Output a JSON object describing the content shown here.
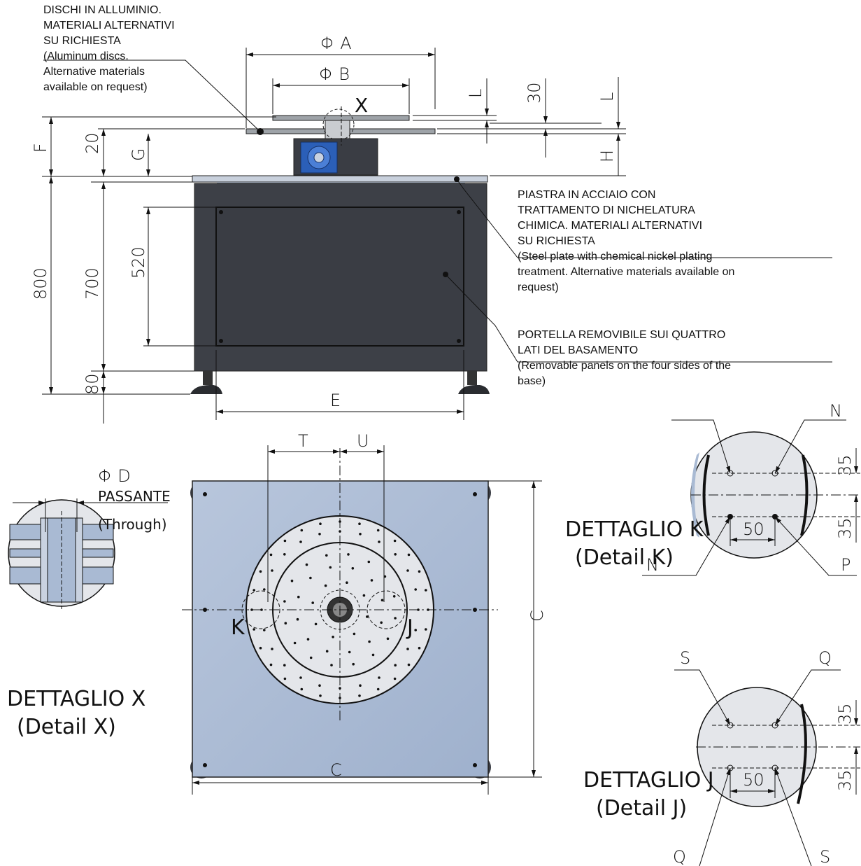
{
  "callouts": {
    "discs": [
      "DISCHI IN ALLUMINIO.",
      "MATERIALI ALTERNATIVI",
      "SU RICHIESTA",
      "(Aluminum discs.",
      "Alternative materials",
      "available on request)"
    ],
    "plate": [
      "PIASTRA IN ACCIAIO CON",
      "TRATTAMENTO DI NICHELATURA",
      "CHIMICA. MATERIALI ALTERNATIVI",
      "SU RICHIESTA",
      "(Steel plate with chemical nickel plating",
      "treatment. Alternative materials available on",
      "request)"
    ],
    "panels": [
      "PORTELLA REMOVIBILE SUI QUATTRO",
      "LATI DEL BASAMENTO",
      "(Removable panels on the four sides of the",
      "base)"
    ]
  },
  "dimensions": {
    "phiA": "Φ A",
    "phiB": "Φ B",
    "x": "X",
    "L1": "L",
    "L2": "L",
    "d30": "30",
    "H": "H",
    "F": "F",
    "d20": "20",
    "G": "G",
    "d800": "800",
    "d700": "700",
    "d520": "520",
    "d80": "80",
    "E": "E",
    "T": "T",
    "U": "U",
    "C_horiz": "C",
    "C_vert": "C",
    "K": "K",
    "J": "J",
    "phiD": "Φ D",
    "passante": "PASSANTE",
    "through": "(Through)"
  },
  "details": {
    "x_title": "DETTAGLIO X",
    "x_sub": "(Detail X)",
    "k_title": "DETTAGLIO K",
    "k_sub": "(Detail K)",
    "j_title": "DETTAGLIO J",
    "j_sub": "(Detail J)",
    "k_labels": {
      "n_top": "N",
      "n_bottom": "N",
      "p": "P",
      "d35a": "35",
      "d35b": "35",
      "d50": "50"
    },
    "j_labels": {
      "s_top": "S",
      "q_top": "Q",
      "q_bottom": "Q",
      "s_bottom": "S",
      "d35a": "35",
      "d35b": "35",
      "d50": "50"
    }
  },
  "colors": {
    "cabinet": "#3d4047",
    "plate": "#c8d0dc",
    "base_blue": "#a9bad3",
    "disc": "#e4e6ea",
    "motor": "#2b5fb8"
  }
}
